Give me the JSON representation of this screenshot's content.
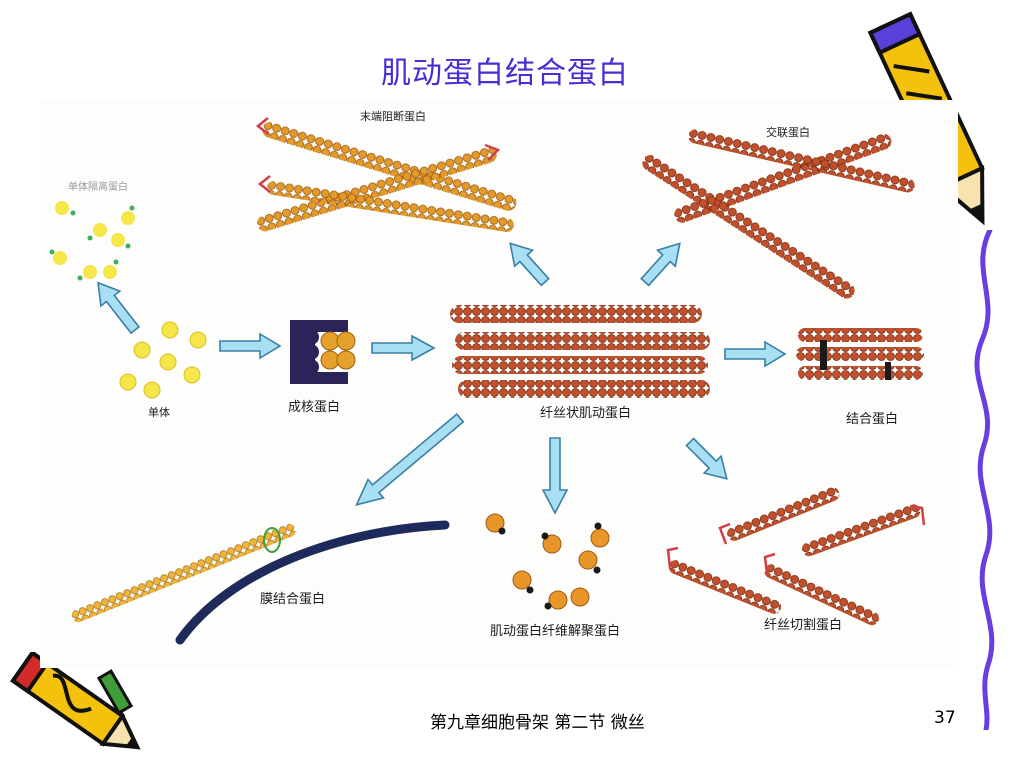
{
  "slide": {
    "title": "肌动蛋白结合蛋白",
    "footer": "第九章细胞骨架 第二节 微丝",
    "page_number": "37"
  },
  "figure": {
    "labels": {
      "monomer_sequestering": "单体隔离蛋白",
      "capping": "末端阻断蛋白",
      "crosslinking": "交联蛋白",
      "monomer": "单体",
      "nucleating": "成核蛋白",
      "filamentous_actin": "纤丝状肌动蛋白",
      "bundling": "结合蛋白",
      "membrane_binding": "膜结合蛋白",
      "depolymerizing": "肌动蛋白纤维解聚蛋白",
      "severing": "纤丝切割蛋白"
    }
  },
  "colors": {
    "title": "#4b2bd4",
    "arrow_fill": "#a8dff2",
    "arrow_stroke": "#3a7fa8",
    "filament_orange": "#e39a2a",
    "filament_red": "#b8432a",
    "monomer_yellow": "#f6e64a",
    "membrane": "#1e2a5c",
    "squiggle": "#6a3de0"
  },
  "icons": [
    "pencil-icon-top-right",
    "pencil-icon-bottom-left"
  ]
}
